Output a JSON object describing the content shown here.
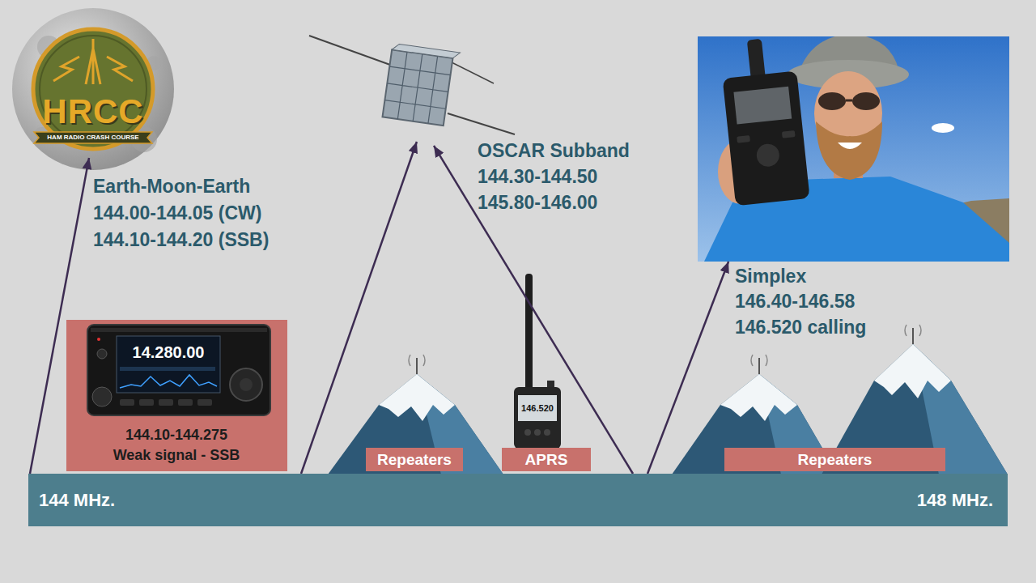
{
  "diagram": {
    "nodes": [
      {
        "text": [
          "HRCC",
          "HAM RADIO CRASH COURSE",
          "Earth-Moon-Earth",
          "144.00-144.05 (CW)",
          "144.10-144.20 (SSB)"
        ]
      },
      {
        "text": [
          "OSCAR Subband",
          "144.30-144.50",
          "145.80-146.00"
        ]
      },
      {
        "text": [
          "Simplex",
          "146.40-146.58",
          "146.520 calling"
        ]
      },
      {
        "text": [
          "14.280.00",
          "144.10-144.275",
          "Weak signal - SSB"
        ]
      },
      {
        "text": [
          "Repeaters"
        ]
      },
      {
        "text": [
          "APRS"
        ]
      },
      {
        "text": [
          "Repeaters"
        ]
      },
      {
        "text": [
          "144 MHz.",
          "148 MHz."
        ]
      }
    ],
    "edges": [
      {
        "from": 7,
        "to": 0,
        "arrow": "to"
      },
      {
        "from": 7,
        "to": 1,
        "arrow": "to"
      },
      {
        "from": 7,
        "to": 1,
        "arrow": "to"
      },
      {
        "from": 7,
        "to": 2,
        "arrow": "to"
      }
    ],
    "labels": [
      "146.520"
    ]
  }
}
